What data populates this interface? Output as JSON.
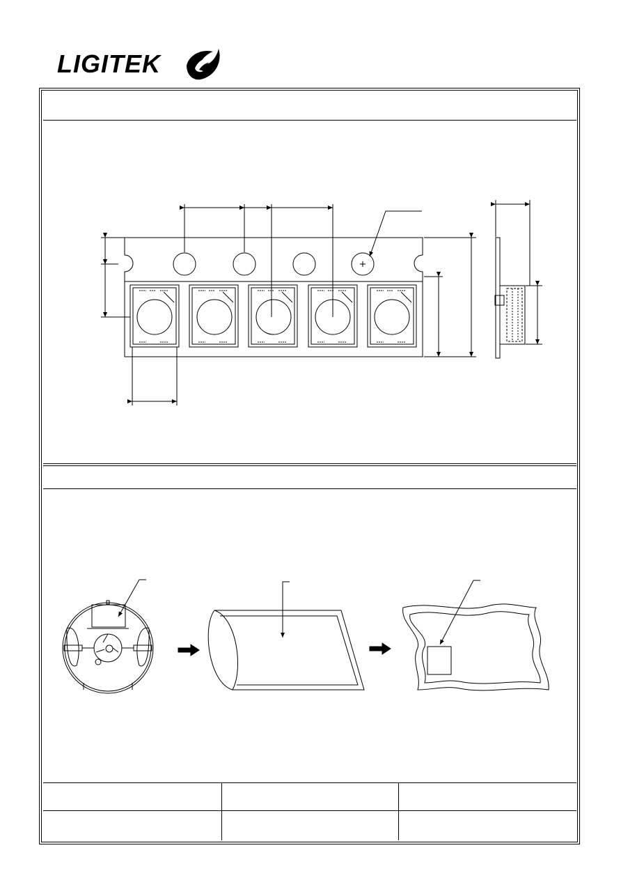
{
  "brand": {
    "name": "LIGITEK",
    "logo_icon": "ligitek-swirl-icon"
  },
  "sections": [
    {
      "title": "",
      "drawing": "tape-dimensions-drawing"
    },
    {
      "title": "",
      "drawing": "packing-sequence-drawing"
    }
  ],
  "footer_table": {
    "rows": [
      [
        "",
        "",
        ""
      ],
      [
        "",
        "",
        ""
      ]
    ]
  },
  "colors": {
    "line": "#000000",
    "background": "#ffffff"
  }
}
